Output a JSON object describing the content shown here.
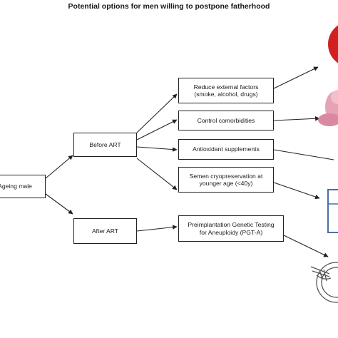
{
  "title": "Potential options for men willing to postpone fatherhood",
  "nodes": {
    "root": "Ageing male",
    "before_art": "Before ART",
    "after_art": "After ART",
    "reduce": "Reduce external factors\n(smoke, alcohol, drugs)",
    "comorbidities": "Control comorbidities",
    "antioxidant": "Antioxidant supplements",
    "cryo": "Semen cryopreservation at\nyounger age (<40y)",
    "pgta": "Preimplantation Genetic Testing\nfor Aneuploidy (PGT-A)"
  },
  "illustrations": [
    "stop-sign-icon",
    "pills-icon",
    "cryo-tank-icon",
    "embryo-biopsy-icon"
  ]
}
